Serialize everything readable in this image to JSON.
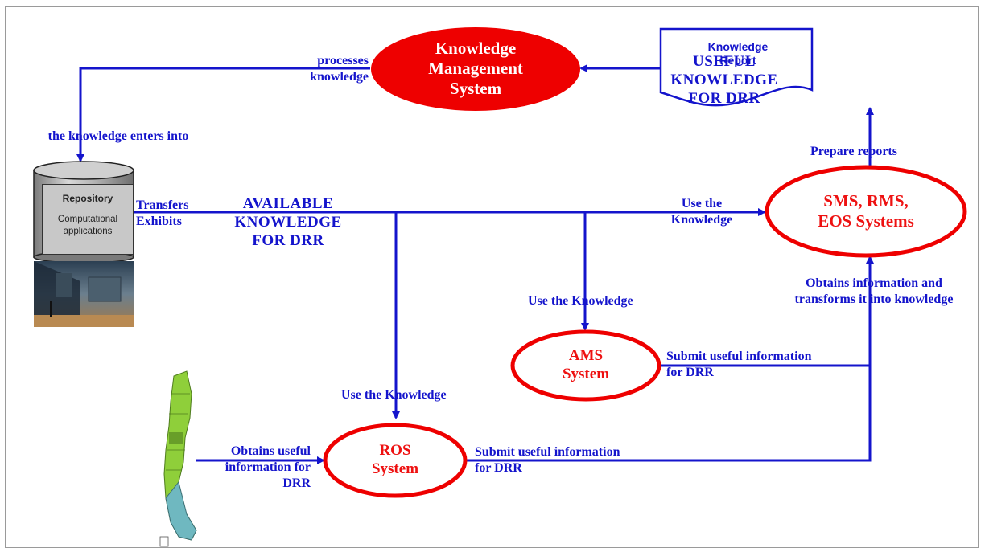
{
  "colors": {
    "arrow": "#1414cc",
    "label": "#1414cc",
    "node_border": "#ee0000",
    "kms_fill": "#ee0000",
    "node_text_red": "#ee1111",
    "node_text_white": "#ffffff"
  },
  "nodes": {
    "kms": {
      "title": "Knowledge Management System"
    },
    "report": {
      "title": "Knowledge Report"
    },
    "sms": {
      "title": "SMS, RMS, EOS Systems"
    },
    "ams": {
      "title": "AMS System"
    },
    "ros": {
      "title": "ROS System"
    },
    "repository": {
      "title": "Repository",
      "subtitle": "Computational applications"
    }
  },
  "labels": {
    "processes_knowledge": "processes knowledge",
    "useful_knowledge": "USEFUL KNOWLEDGE FOR DRR",
    "enters_into": "the knowledge enters into",
    "prepare_reports": "Prepare reports",
    "transfers_exhibits": "Transfers Exhibits",
    "available_knowledge": "AVAILABLE KNOWLEDGE FOR DRR",
    "use_knowledge_sms": "Use the Knowledge",
    "use_knowledge_ams": "Use the Knowledge",
    "use_knowledge_ros": "Use the Knowledge",
    "obtains_transforms": "Obtains information and transforms it into knowledge",
    "submit_ams": "Submit useful information for DRR",
    "submit_ros": "Submit useful information for DRR",
    "obtains_useful": "Obtains useful information for DRR"
  },
  "images": {
    "museum_photo": "museum-hall-photo",
    "map": "chile-map-illustration"
  }
}
